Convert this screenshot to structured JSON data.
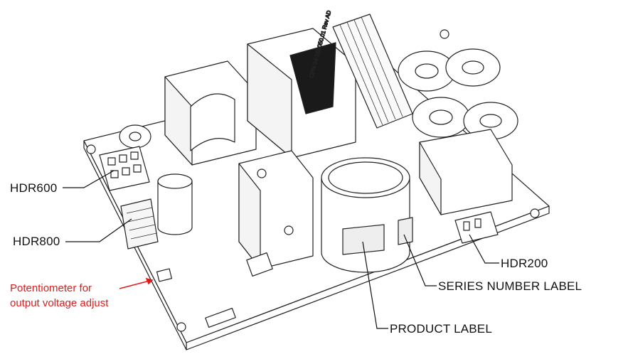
{
  "labels": {
    "hdr600": "HDR600",
    "hdr800": "HDR800",
    "hdr200": "HDR200",
    "series_number_label": "SERIES NUMBER LABEL",
    "product_label": "PRODUCT LABEL",
    "potentiometer_line1": "Potentiometer for",
    "potentiometer_line2": "output voltage adjust"
  },
  "transformer_label_text": "CPN 34-150050.01 Rev AD",
  "colors": {
    "line": "#222222",
    "background": "#ffffff",
    "annotation_red": "#e01b1b",
    "label_band": "#1a1a1a"
  }
}
